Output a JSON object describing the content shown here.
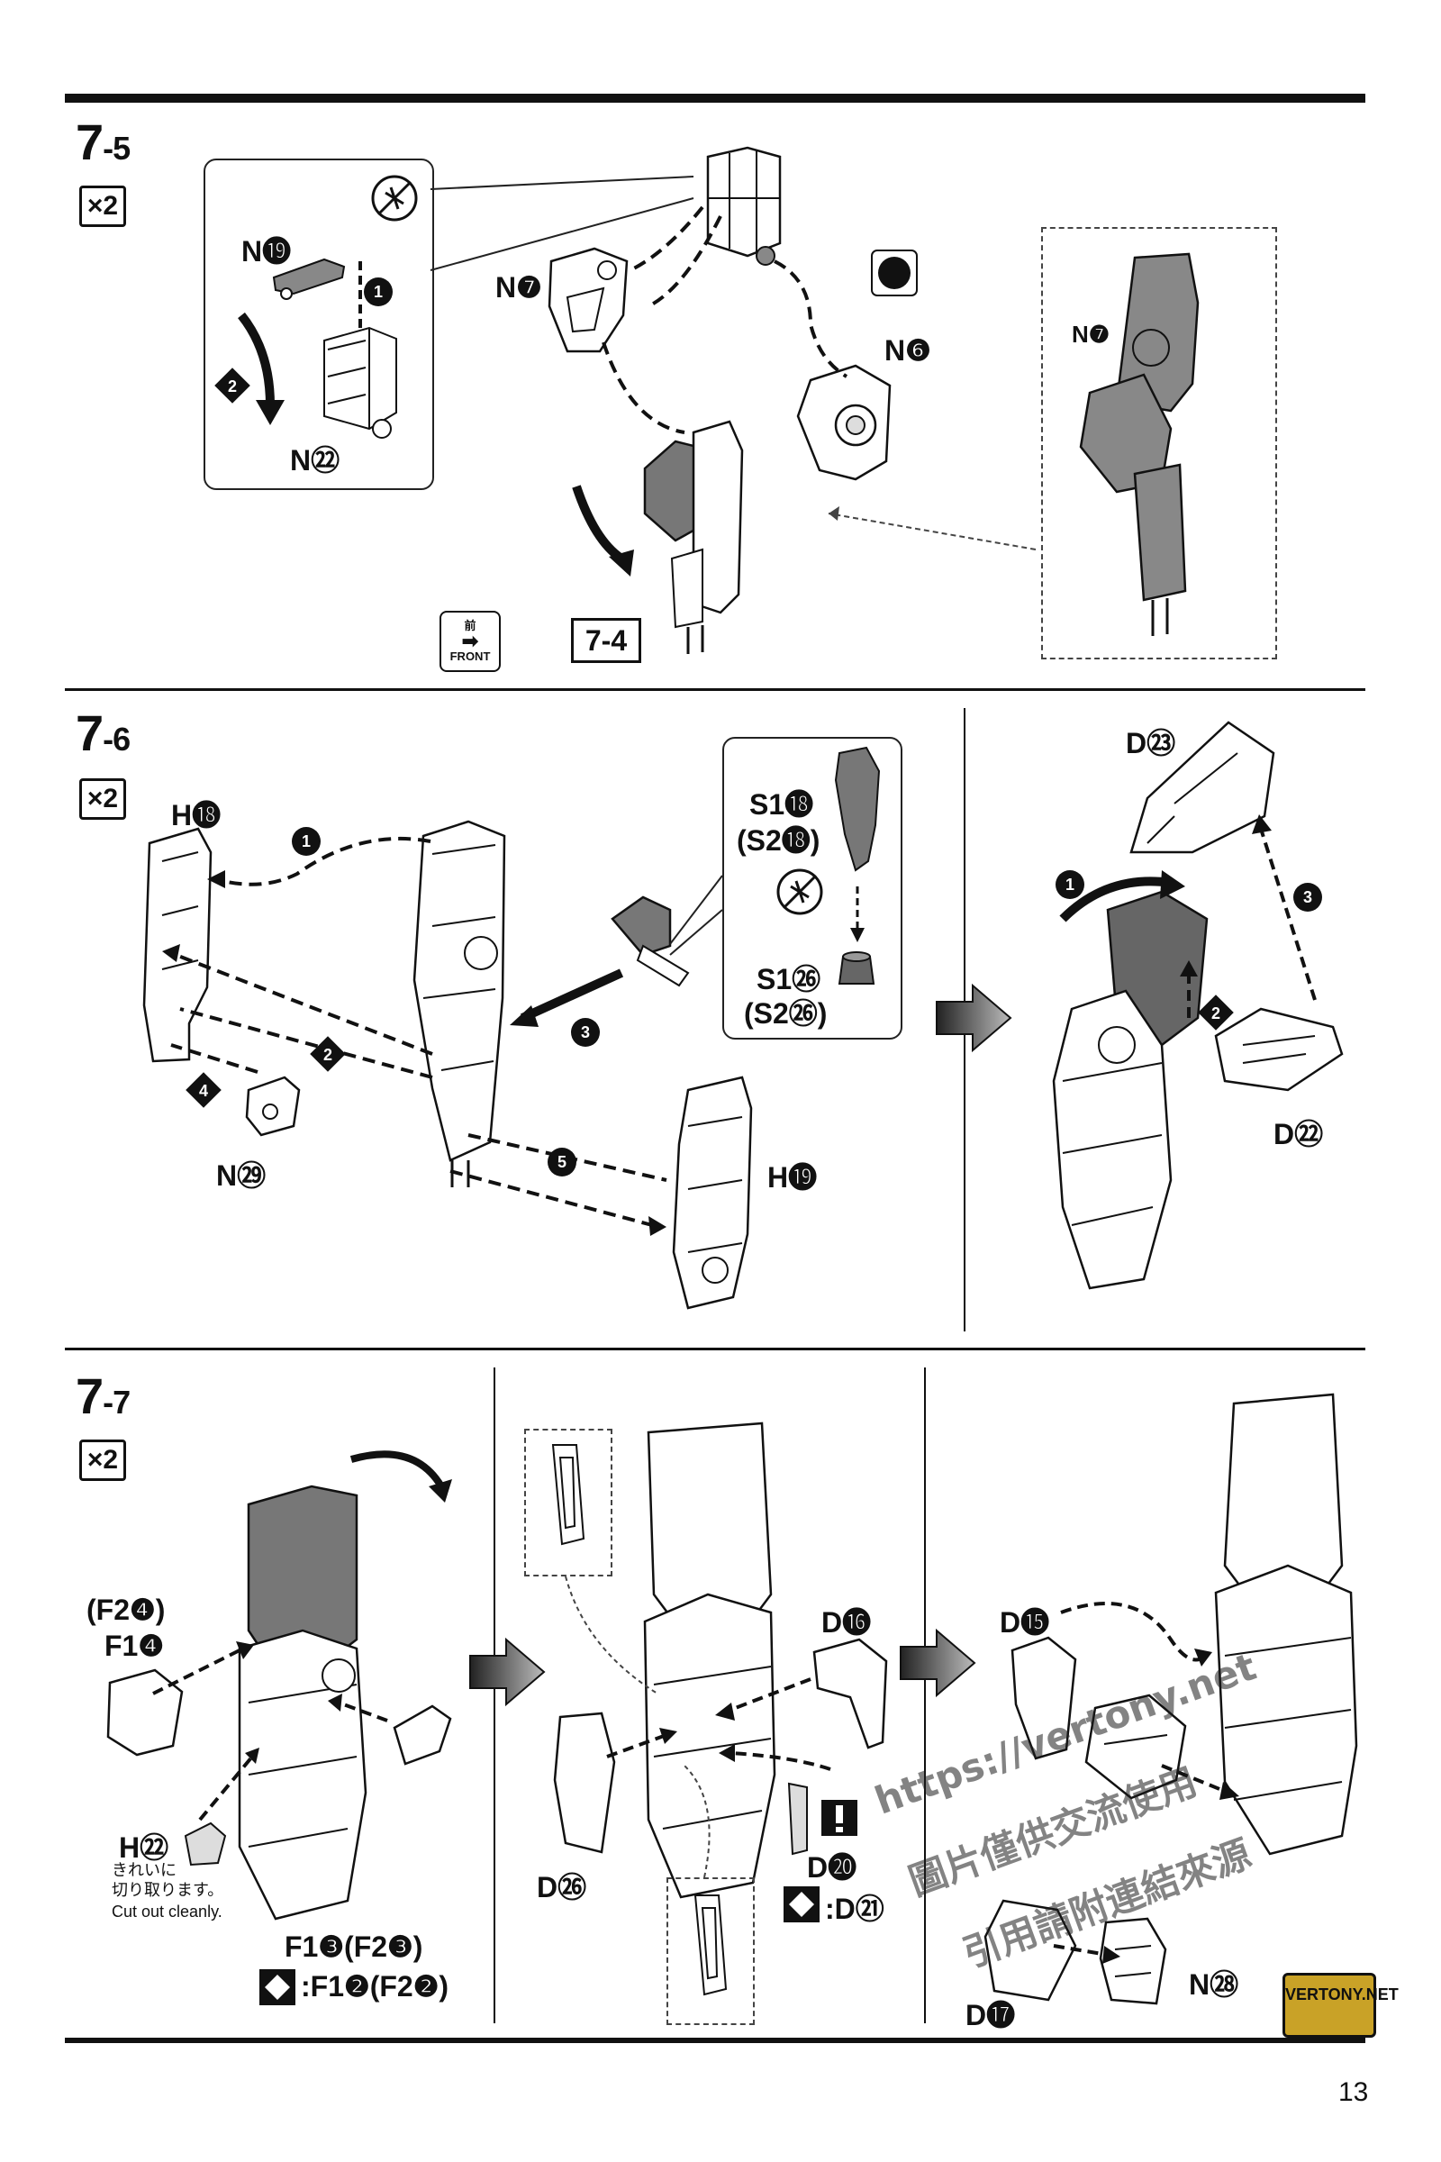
{
  "page": {
    "number": "13"
  },
  "watermark": {
    "url": "https://vertony.net",
    "cn": "圖片僅供交流使用",
    "cn2": "引用請附連結來源"
  },
  "logo": {
    "text": "VERTONY.NET"
  },
  "step5": {
    "title_main": "7",
    "title_sub": "-5",
    "multiplier": "×2",
    "labels": {
      "n19": "N⓳",
      "n22": "N㉒",
      "n7": "N❼",
      "n6": "N❻",
      "n7_detail": "N❼",
      "arrow1": "1",
      "arrow2": "2"
    },
    "ref_box": "7-4",
    "front_icon": {
      "kanji": "前",
      "text": "FRONT"
    }
  },
  "step6": {
    "title_main": "7",
    "title_sub": "-6",
    "multiplier": "×2",
    "labels": {
      "h18": "H⓲",
      "h19": "H⓳",
      "n29": "N㉙",
      "s1_18": "S1⓲",
      "s2_18": "(S2⓲)",
      "s1_26": "S1㉖",
      "s2_26": "(S2㉖)",
      "d23": "D㉓",
      "d22": "D㉒",
      "a1": "1",
      "a2": "2",
      "a3": "3",
      "a4": "4",
      "a5": "5",
      "b1": "1",
      "b2": "2",
      "b3": "3"
    }
  },
  "step7": {
    "title_main": "7",
    "title_sub": "-7",
    "multiplier": "×2",
    "labels": {
      "f2_4": "(F2❹)",
      "f1_4": "F1❹",
      "h22": "H㉒",
      "f1_3": "F1❸(F2❸)",
      "alt_f1_2": ":F1❷(F2❷)",
      "d16": "D⓰",
      "d26": "D㉖",
      "d20": "D⓴",
      "alt_d21": ":D㉑",
      "d15": "D⓯",
      "d17": "D⓱",
      "n28": "N㉘"
    },
    "note_jp": [
      "きれいに",
      "切り取ります。"
    ],
    "note_en": "Cut out cleanly."
  }
}
